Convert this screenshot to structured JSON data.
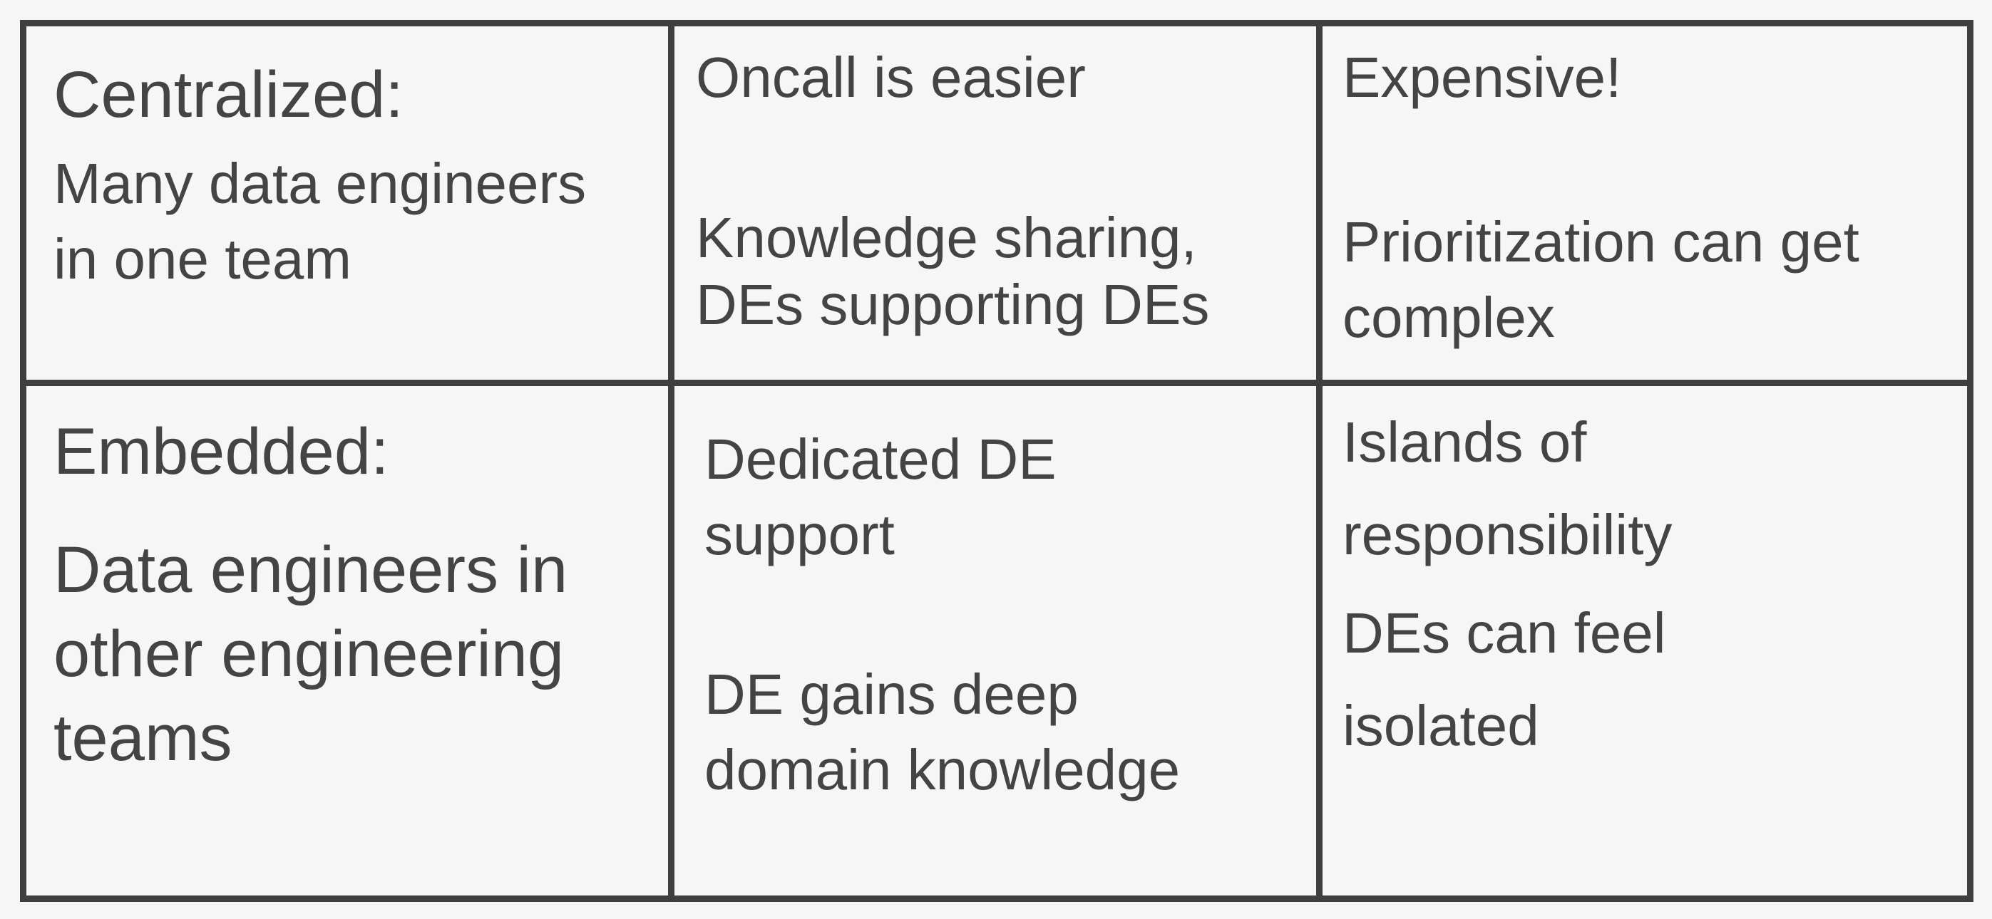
{
  "table": {
    "rows": [
      {
        "model": {
          "heading": "Centralized:",
          "description": "Many data engineers\nin one team"
        },
        "pros": {
          "point_1": "Oncall is easier",
          "point_2": "Knowledge sharing,\nDEs supporting DEs"
        },
        "cons": {
          "point_1": "Expensive!",
          "point_2": "Prioritization can get\ncomplex"
        }
      },
      {
        "model": {
          "heading": "Embedded:",
          "description": "Data engineers in\nother engineering\nteams"
        },
        "pros": {
          "point_1": "Dedicated DE\nsupport",
          "point_2": "DE gains deep\ndomain knowledge"
        },
        "cons": {
          "point_1": "Islands of\nresponsibility",
          "point_2": "DEs can feel\nisolated"
        }
      }
    ]
  },
  "colors": {
    "text": "#444444",
    "border": "#3f3f3f",
    "background": "#f6f6f6"
  }
}
